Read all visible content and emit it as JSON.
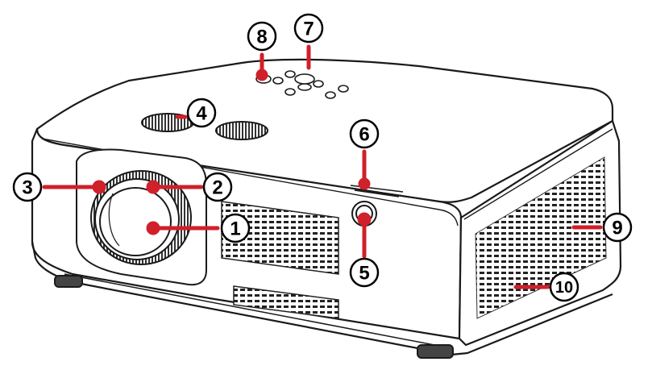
{
  "diagram": {
    "callouts": [
      {
        "id": "c1",
        "label": "1"
      },
      {
        "id": "c2",
        "label": "2"
      },
      {
        "id": "c3",
        "label": "3"
      },
      {
        "id": "c4",
        "label": "4"
      },
      {
        "id": "c5",
        "label": "5"
      },
      {
        "id": "c6",
        "label": "6"
      },
      {
        "id": "c7",
        "label": "7"
      },
      {
        "id": "c8",
        "label": "8"
      },
      {
        "id": "c9",
        "label": "9"
      },
      {
        "id": "c10",
        "label": "10"
      }
    ],
    "colors": {
      "leader": "#d0202a",
      "outline": "#1a1a1a",
      "background": "#ffffff"
    }
  }
}
